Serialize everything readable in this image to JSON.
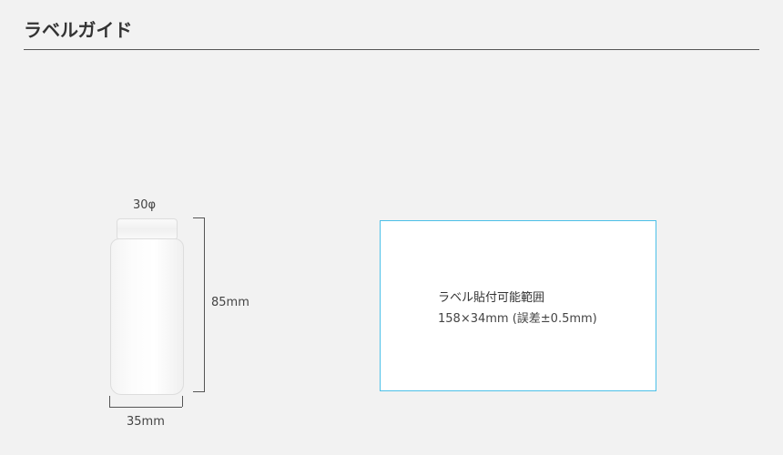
{
  "header": {
    "title": "ラベルガイド"
  },
  "bottle": {
    "diameter_label": "30φ",
    "height_label": "85mm",
    "width_label": "35mm"
  },
  "label_area": {
    "title": "ラベル貼付可能範囲",
    "dimensions": "158×34mm (誤差±0.5mm)",
    "border_color": "#4cc0e8"
  }
}
